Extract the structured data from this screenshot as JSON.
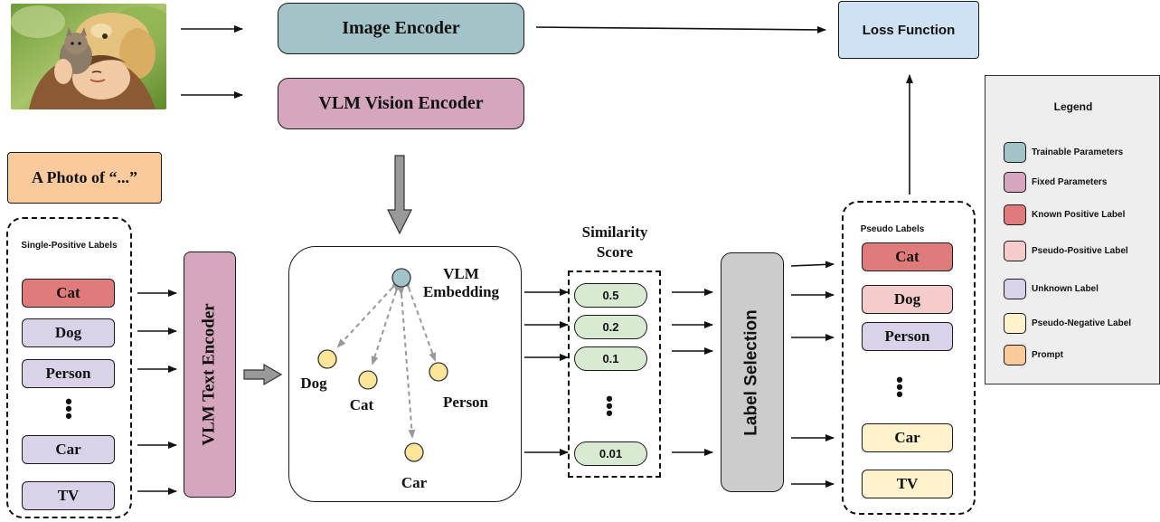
{
  "colors": {
    "trainable": "#a2c4c9",
    "fixed": "#d5a6bd",
    "known_positive": "#e07b7b",
    "pseudo_positive": "#f4cccc",
    "unknown": "#d9d2e9",
    "pseudo_negative": "#fff2cc",
    "prompt": "#f9cb9c",
    "loss": "#cfe2f3",
    "similarity_pill": "#d9ead3",
    "label_selection": "#cccccc",
    "legend_bg": "#eeeeee",
    "embedding_point": "#ffe599",
    "vlm_point": "#a2c4c9"
  },
  "encoders": {
    "image_encoder": "Image Encoder",
    "vlm_vision_encoder": "VLM Vision Encoder",
    "vlm_text_encoder": "VLM Text Encoder"
  },
  "loss_function": "Loss Function",
  "prompt": "A Photo of “...”",
  "single_positive": {
    "title": "Single-Positive Labels",
    "items": [
      {
        "label": "Cat",
        "kind": "known_positive"
      },
      {
        "label": "Dog",
        "kind": "unknown"
      },
      {
        "label": "Person",
        "kind": "unknown"
      },
      {
        "label": "Car",
        "kind": "unknown"
      },
      {
        "label": "TV",
        "kind": "unknown"
      }
    ]
  },
  "embedding_space": {
    "vlm_label": "VLM\nEmbedding",
    "vlm_label_line1": "VLM",
    "vlm_label_line2": "Embedding",
    "points": [
      "Dog",
      "Cat",
      "Person",
      "Car"
    ]
  },
  "similarity": {
    "title_line1": "Similarity",
    "title_line2": "Score",
    "scores": [
      "0.5",
      "0.2",
      "0.1",
      "0.01"
    ]
  },
  "label_selection": "Label Selection",
  "pseudo_labels": {
    "title": "Pseudo Labels",
    "items": [
      {
        "label": "Cat",
        "kind": "known_positive"
      },
      {
        "label": "Dog",
        "kind": "pseudo_positive"
      },
      {
        "label": "Person",
        "kind": "unknown"
      },
      {
        "label": "Car",
        "kind": "pseudo_negative"
      },
      {
        "label": "TV",
        "kind": "pseudo_negative"
      }
    ]
  },
  "legend": {
    "title": "Legend",
    "items": [
      {
        "label": "Trainable Parameters",
        "kind": "trainable"
      },
      {
        "label": "Fixed Parameters",
        "kind": "fixed"
      },
      {
        "label": "Known Positive Label",
        "kind": "known_positive"
      },
      {
        "label": "Pseudo-Positive Label",
        "kind": "pseudo_positive"
      },
      {
        "label": "Unknown Label",
        "kind": "unknown"
      },
      {
        "label": "Pseudo-Negative Label",
        "kind": "pseudo_negative"
      },
      {
        "label": "Prompt",
        "kind": "prompt"
      }
    ]
  }
}
